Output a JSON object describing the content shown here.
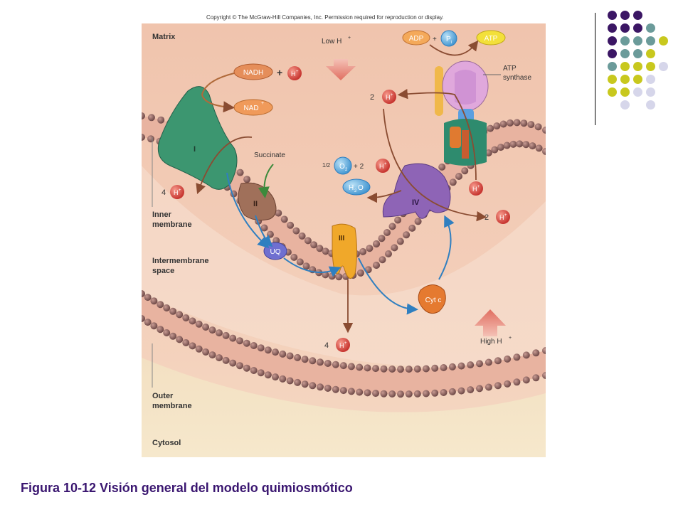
{
  "copyright": "Copyright © The McGraw-Hill Companies, Inc. Permission required for reproduction or display.",
  "caption": "Figura 10-12 Visión general del modelo quimiosmótico",
  "regions": {
    "matrix": "Matrix",
    "inner_membrane": [
      "Inner",
      "membrane"
    ],
    "intermembrane_space": [
      "Intermembrane",
      "space"
    ],
    "outer_membrane": [
      "Outer",
      "membrane"
    ],
    "cytosol": "Cytosol"
  },
  "complexes": {
    "I": "I",
    "II": "II",
    "III": "III",
    "IV": "IV"
  },
  "molecules": {
    "nadh": "NADH",
    "nad": "NAD",
    "nad_sup": "+",
    "h": "H",
    "h_sup": "+",
    "plus": "+",
    "succinate": "Succinate",
    "uq": "UQ",
    "cytc": "Cyt c",
    "o2_half": "1/2",
    "o2": "O",
    "o2_sub": "2",
    "two_plus": "+ 2",
    "h2o_h": "H",
    "h2o_sub": "2",
    "h2o_o": "O",
    "adp": "ADP",
    "pi": "P",
    "pi_sub": "i",
    "atp": "ATP"
  },
  "proton_counts": {
    "complex1": "4",
    "complex3": "4",
    "complex4": "2",
    "atp_synthase": "2"
  },
  "gradient": {
    "low": "Low H",
    "high": "High H",
    "sup": "+"
  },
  "atp_synthase_label": [
    "ATP",
    "synthase"
  ],
  "decor_dots": [
    [
      "#3b1664",
      "#3b1664",
      "#3b1664",
      null,
      null,
      null
    ],
    [
      "#3b1664",
      "#3b1664",
      "#3b1664",
      "#6b9b9a",
      null,
      null
    ],
    [
      "#3b1664",
      "#6b9b9a",
      "#6b9b9a",
      "#6b9b9a",
      "#c8c81e",
      null
    ],
    [
      "#3b1664",
      "#6b9b9a",
      "#6b9b9a",
      "#c8c81e",
      null,
      null
    ],
    [
      "#6b9b9a",
      "#c8c81e",
      "#c8c81e",
      "#c8c81e",
      "#d6d6ea",
      null
    ],
    [
      "#c8c81e",
      "#c8c81e",
      "#c8c81e",
      "#d6d6ea",
      null,
      null
    ],
    [
      "#c8c81e",
      "#c8c81e",
      "#d6d6ea",
      "#d6d6ea",
      null,
      null
    ],
    [
      null,
      "#d6d6ea",
      null,
      "#d6d6ea",
      null,
      null
    ]
  ]
}
